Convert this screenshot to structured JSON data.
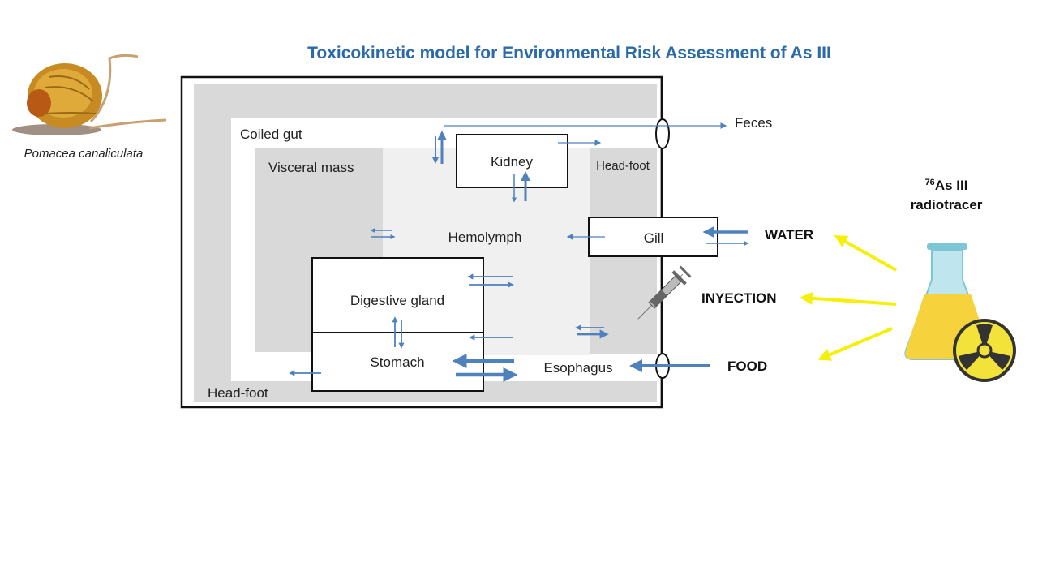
{
  "title": "Toxicokinetic model for Environmental Risk Assessment of As III",
  "species": "Pomacea canaliculata",
  "compartments": {
    "coiled_gut": "Coiled gut",
    "visceral_mass": "Visceral mass",
    "kidney": "Kidney",
    "head_foot_right": "Head-foot",
    "hemolymph": "Hemolymph",
    "gill": "Gill",
    "digestive_gland": "Digestive gland",
    "stomach": "Stomach",
    "esophagus": "Esophagus",
    "head_foot_bottom": "Head-foot"
  },
  "outputs": {
    "feces": "Feces"
  },
  "routes": {
    "water": "WATER",
    "injection": "INYECTION",
    "food": "FOOD"
  },
  "tracer": {
    "isotope": "76",
    "name": "As III",
    "line2": "radiotracer"
  },
  "colors": {
    "arrow": "#4f81bd",
    "title": "#2a6aa8",
    "exposure_arrow": "#f5f00a"
  }
}
